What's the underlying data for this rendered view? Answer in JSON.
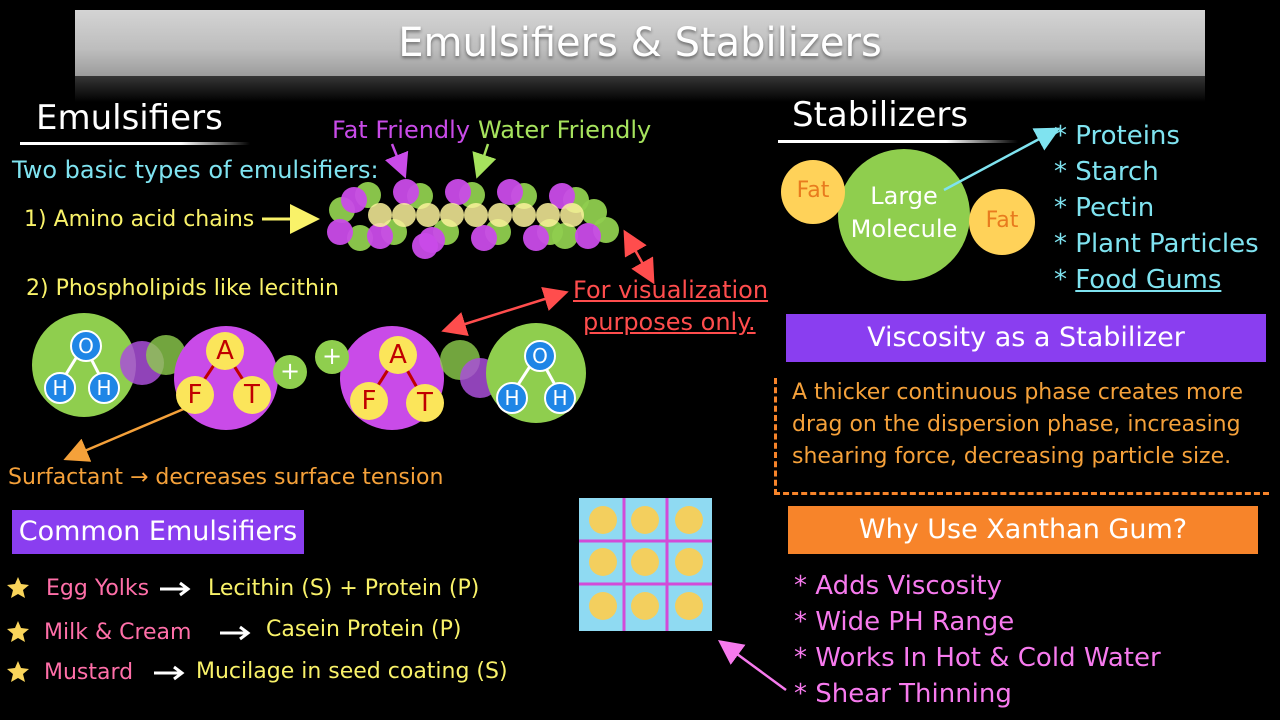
{
  "title": "Emulsifiers & Stabilizers",
  "emulsifiers": {
    "heading": "Emulsifiers",
    "fat_friendly": "Fat Friendly",
    "water_friendly": "Water Friendly",
    "two_types": "Two basic types of emulsifiers:",
    "type1": "1) Amino acid chains",
    "type2": "2) Phospholipids like lecithin",
    "visualization_line1": "For visualization",
    "visualization_line2": "purposes only.",
    "surfactant": "Surfactant → decreases surface tension",
    "molecule_labels": {
      "o": "O",
      "h": "H",
      "a": "A",
      "f": "F",
      "t": "T",
      "plus": "+"
    }
  },
  "common": {
    "heading": "Common Emulsifiers",
    "items": [
      {
        "source": "Egg Yolks",
        "result": "Lecithin (S) + Protein (P)"
      },
      {
        "source": "Milk & Cream",
        "result": "Casein Protein (P)"
      },
      {
        "source": "Mustard",
        "result": "Mucilage in seed coating (S)"
      }
    ]
  },
  "stabilizers": {
    "heading": "Stabilizers",
    "fat": "Fat",
    "large_molecule_line1": "Large",
    "large_molecule_line2": "Molecule",
    "list": [
      "* Proteins",
      "* Starch",
      "* Pectin",
      "* Plant Particles"
    ],
    "food_gums_star": "*",
    "food_gums": "Food Gums"
  },
  "viscosity": {
    "heading": "Viscosity as a Stabilizer",
    "lines": [
      "A thicker continuous phase creates more",
      "drag on the dispersion phase, increasing",
      "shearing force, decreasing particle size."
    ]
  },
  "xanthan": {
    "heading": "Why Use Xanthan Gum?",
    "items": [
      "* Adds Viscosity",
      "* Wide PH Range",
      "* Works In Hot & Cold Water",
      "* Shear Thinning"
    ]
  },
  "colors": {
    "purple_box": "#8a3ef0",
    "orange_box": "#f7842a",
    "fat_circle": "#ffd259",
    "water_green": "#8fce4e",
    "lipid_purple": "#c94be8",
    "water_blue": "#1f86e6",
    "grid_blue": "#8fdaf2"
  }
}
